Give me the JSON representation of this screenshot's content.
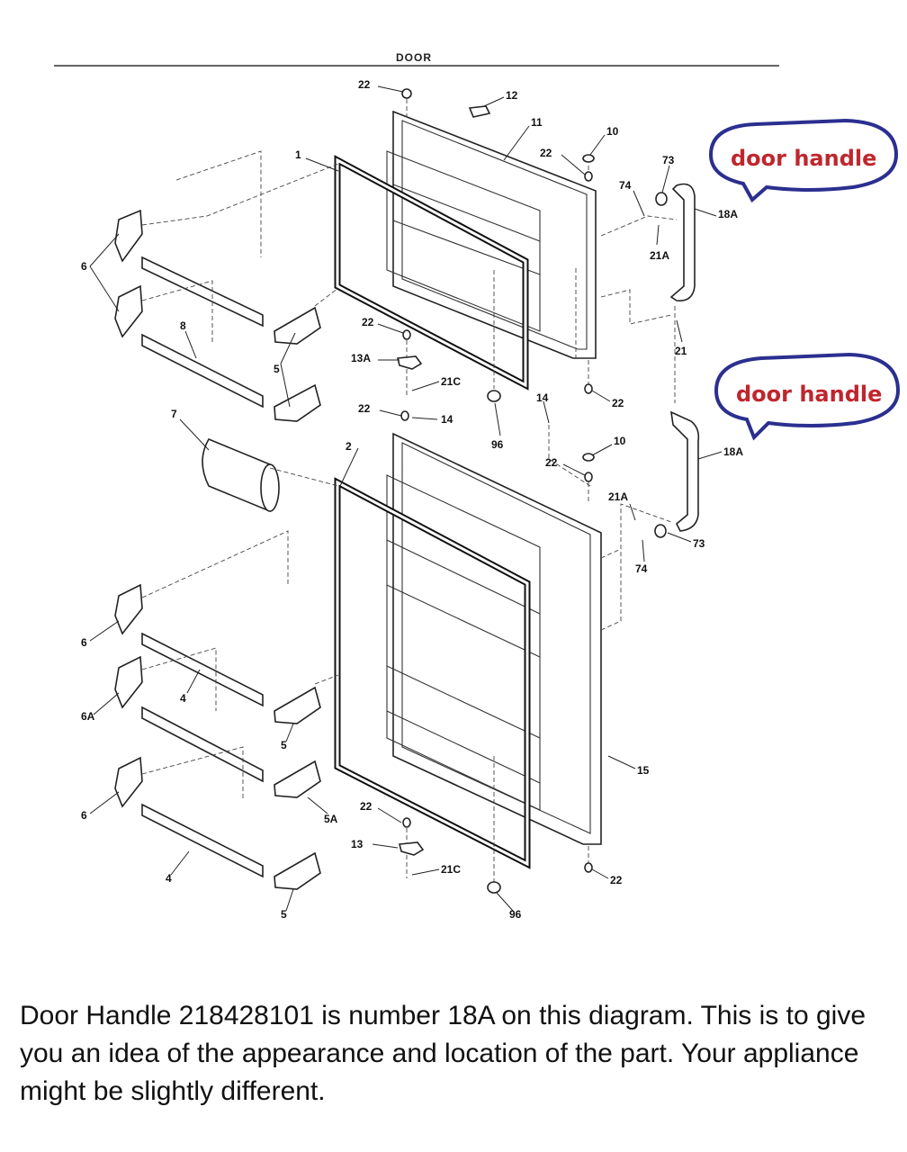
{
  "diagram": {
    "title": "DOOR",
    "callouts": [
      {
        "id": "callout-upper",
        "text": "door handle"
      },
      {
        "id": "callout-lower",
        "text": "door handle"
      }
    ],
    "labels": {
      "l22a": "22",
      "l12": "12",
      "l11": "11",
      "l10a": "10",
      "l22b": "22",
      "l73a": "73",
      "l74a": "74",
      "l18a1": "18A",
      "l21a1": "21A",
      "l1": "1",
      "l6a": "6",
      "l8": "8",
      "l5a": "5",
      "l22c": "22",
      "l13a": "13A",
      "l21c1": "21C",
      "l96a": "96",
      "l22d": "22",
      "l14a": "14",
      "l14b": "14",
      "l21": "21",
      "l7": "7",
      "l22e": "22",
      "l10b": "10",
      "l22f": "22",
      "l2": "2",
      "l18a2": "18A",
      "l21a2": "21A",
      "l73b": "73",
      "l74b": "74",
      "l6b": "6",
      "l4a": "4",
      "l6c": "6A",
      "l5b": "5",
      "l15": "15",
      "l6d": "6",
      "l5c": "5A",
      "l22g": "22",
      "l13": "13",
      "l21c2": "21C",
      "l4b": "4",
      "l5d": "5",
      "l96b": "96",
      "l22h": "22"
    },
    "colors": {
      "callout_border": "#2b2f8f",
      "callout_text": "#c0262d",
      "line": "#222222"
    }
  },
  "caption": {
    "text": "Door Handle 218428101 is number 18A on this diagram. This is to give you an idea of the appearance and location of the part. Your appliance might be slightly different."
  }
}
